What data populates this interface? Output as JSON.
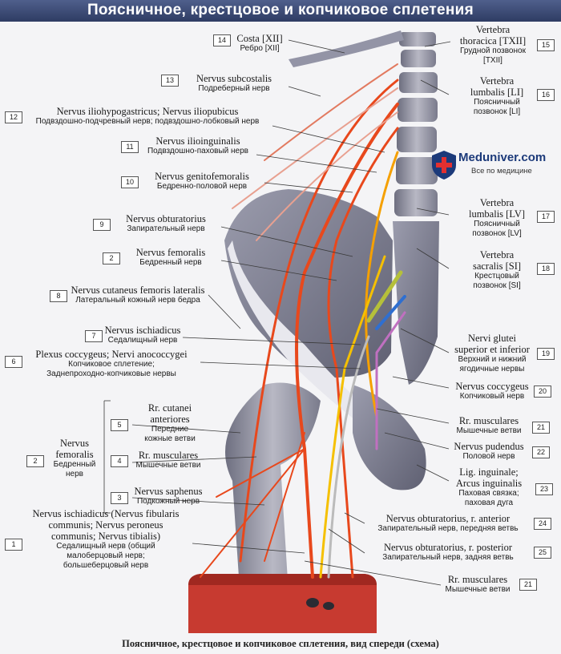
{
  "title": "Поясничное, крестцовое и копчиковое сплетения",
  "caption": "Поясничное, крестцовое и копчиковое сплетения, вид спереди (схема)",
  "logo": {
    "brand": "Meduniver.com",
    "tagline": "Все по медицине"
  },
  "colors": {
    "title_bar": "#3a4a76",
    "nerve": "#e8481c",
    "nerve_alt": "#f5a000",
    "nerve_green": "#b5c03a",
    "nerve_blue": "#2f6fd0",
    "bone": "#9a9aa6",
    "muscle": "#c8372e"
  },
  "labels": {
    "l1": {
      "num": "1",
      "latin": "Nervus ischiadicus (Nervus fibularis communis; Nervus peroneus communis; Nervus tibialis)",
      "latin_lines": [
        "Nervus ischiadicus (Nervus fibularis",
        "communis; Nervus peroneus",
        "communis; Nervus tibialis)"
      ],
      "ru_lines": [
        "Седалищный нерв (общий",
        "малоберцовый нерв;",
        "большеберцовый нерв"
      ]
    },
    "l2a": {
      "num": "2",
      "latin": "Nervus femoralis",
      "ru": "Бедренный нерв"
    },
    "l2b": {
      "num": "2",
      "latin_lines": [
        "Nervus",
        "femoralis"
      ],
      "ru_lines": [
        "Бедренный",
        "нерв"
      ]
    },
    "l3": {
      "num": "3",
      "latin": "Nervus saphenus",
      "ru": "Подкожный нерв"
    },
    "l4": {
      "num": "4",
      "latin": "Rr. musculares",
      "ru": "Мышечные ветви"
    },
    "l5": {
      "num": "5",
      "latin_lines": [
        "Rr. cutanei",
        "anteriores"
      ],
      "ru_lines": [
        "Передние",
        "кожные ветви"
      ]
    },
    "l6": {
      "num": "6",
      "latin": "Plexus coccygeus; Nervi anococcygei",
      "ru_lines": [
        "Копчиковое сплетение;",
        "Заднепроходно-копчиковые нервы"
      ]
    },
    "l7": {
      "num": "7",
      "latin": "Nervus ischiadicus",
      "ru": "Седалищный нерв"
    },
    "l8": {
      "num": "8",
      "latin": "Nervus cutaneus femoris lateralis",
      "ru": "Латеральный кожный нерв бедра"
    },
    "l9": {
      "num": "9",
      "latin": "Nervus obturatorius",
      "ru": "Запирательный нерв"
    },
    "l10": {
      "num": "10",
      "latin": "Nervus genitofemoralis",
      "ru": "Бедренно-половой нерв"
    },
    "l11": {
      "num": "11",
      "latin": "Nervus ilioinguinalis",
      "ru": "Подвздошно-паховый нерв"
    },
    "l12": {
      "num": "12",
      "latin": "Nervus iliohypogastricus; Nervus iliopubicus",
      "ru": "Подвздошно-подчревный нерв; подвздошно-лобковый нерв"
    },
    "l13": {
      "num": "13",
      "latin": "Nervus subcostalis",
      "ru": "Подреберный нерв"
    },
    "l14": {
      "num": "14",
      "latin": "Costa [XII]",
      "ru": "Ребро [XII]"
    },
    "l15": {
      "num": "15",
      "latin_lines": [
        "Vertebra",
        "thoracica [TXII]"
      ],
      "ru_lines": [
        "Грудной позвонок",
        "[TXII]"
      ]
    },
    "l16": {
      "num": "16",
      "latin_lines": [
        "Vertebra",
        "lumbalis [LI]"
      ],
      "ru_lines": [
        "Поясничный",
        "позвонок [LI]"
      ]
    },
    "l17": {
      "num": "17",
      "latin_lines": [
        "Vertebra",
        "lumbalis [LV]"
      ],
      "ru_lines": [
        "Поясничный",
        "позвонок [LV]"
      ]
    },
    "l18": {
      "num": "18",
      "latin_lines": [
        "Vertebra",
        "sacralis [SI]"
      ],
      "ru_lines": [
        "Крестцовый",
        "позвонок [SI]"
      ]
    },
    "l19": {
      "num": "19",
      "latin_lines": [
        "Nervi glutei",
        "superior et inferior"
      ],
      "ru_lines": [
        "Верхний и нижний",
        "ягодичные нервы"
      ]
    },
    "l20": {
      "num": "20",
      "latin": "Nervus coccygeus",
      "ru": "Копчиковый нерв"
    },
    "l21a": {
      "num": "21",
      "latin": "Rr. musculares",
      "ru": "Мышечные ветви"
    },
    "l22": {
      "num": "22",
      "latin": "Nervus pudendus",
      "ru": "Половой нерв"
    },
    "l23": {
      "num": "23",
      "latin_lines": [
        "Lig. inguinale;",
        "Arcus inguinalis"
      ],
      "ru_lines": [
        "Паховая связка;",
        "паховая дуга"
      ]
    },
    "l24": {
      "num": "24",
      "latin": "Nervus obturatorius, r. anterior",
      "ru": "Запирательный нерв, передняя ветвь"
    },
    "l25": {
      "num": "25",
      "latin": "Nervus obturatorius, r. posterior",
      "ru": "Запирательный нерв, задняя ветвь"
    },
    "l21b": {
      "num": "21",
      "latin": "Rr. musculares",
      "ru": "Мышечные ветви"
    }
  }
}
